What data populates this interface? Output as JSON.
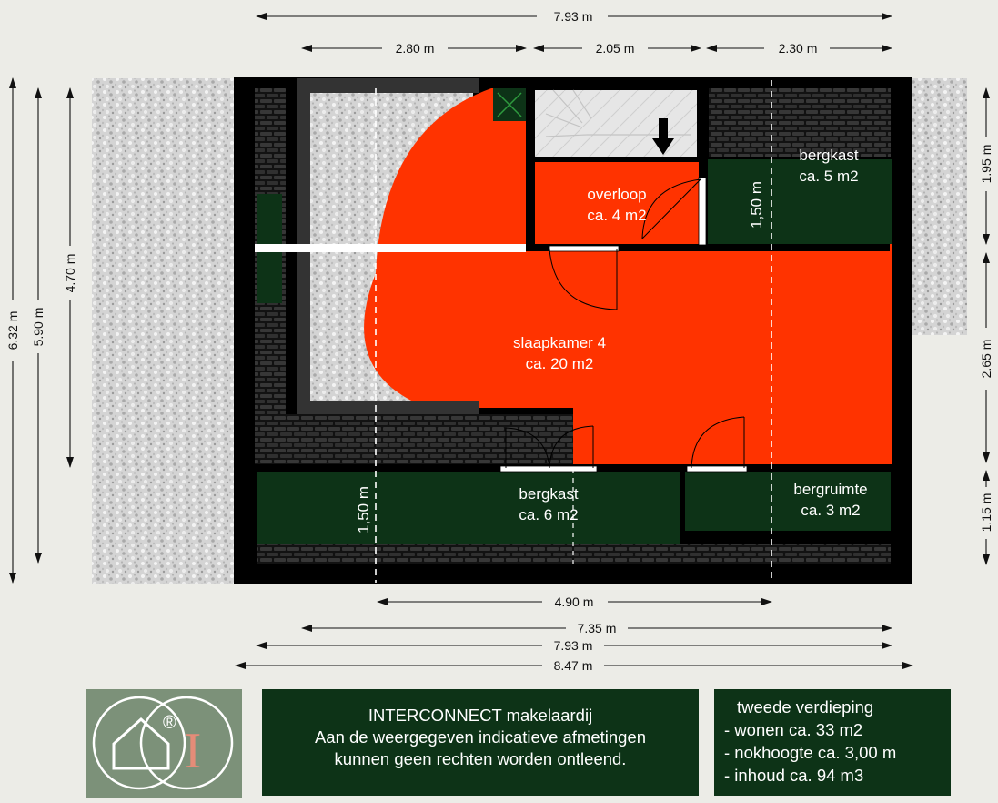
{
  "dimensions": {
    "top_total": "7.93 m",
    "top_left": "2.80 m",
    "top_mid": "2.05 m",
    "top_right": "2.30 m",
    "left_outer": "6.32 m",
    "left_mid": "5.90 m",
    "left_inner": "4.70 m",
    "right_top": "1.95 m",
    "right_mid": "2.65 m",
    "right_bottom": "1.15 m",
    "bottom_1": "4.90 m",
    "bottom_2": "7.35 m",
    "bottom_3": "7.93 m",
    "bottom_4": "8.47 m",
    "height_line_1": "1,50 m",
    "height_line_2": "1,50 m"
  },
  "rooms": {
    "overloop": {
      "name": "overloop",
      "area": "ca. 4 m2"
    },
    "slaapkamer": {
      "name": "slaapkamer 4",
      "area": "ca. 20 m2"
    },
    "bergkast_top": {
      "name": "bergkast",
      "area": "ca. 5 m2"
    },
    "bergkast_bottom": {
      "name": "bergkast",
      "area": "ca. 6 m2"
    },
    "bergruimte": {
      "name": "bergruimte",
      "area": "ca. 3 m2"
    }
  },
  "disclaimer": {
    "line1": "INTERCONNECT makelaardij",
    "line2": "Aan de weergegeven indicatieve afmetingen",
    "line3": "kunnen geen rechten worden ontleend."
  },
  "floor_info": {
    "title": "tweede verdieping",
    "living": "- wonen ca. 33 m2",
    "ridge": "- nokhoogte ca. 3,00 m",
    "volume": "- inhoud ca. 94 m3"
  },
  "logo": {
    "letter": "I",
    "registered": "®",
    "icon": "house-logo-icon"
  },
  "colors": {
    "room_red": "#ff3300",
    "storage_green": "#0d3317",
    "wall": "#000000",
    "gravel": "#cfcfcf",
    "logo_bg": "#7c9179",
    "logo_letter": "#e58c78"
  }
}
